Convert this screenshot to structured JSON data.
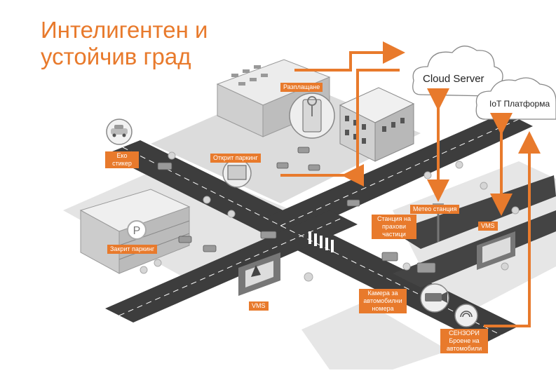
{
  "title": {
    "line1": "Интелигентен и",
    "line2": "устойчив град"
  },
  "clouds": {
    "cloud_server": "Cloud Server",
    "iot_platform": "IoT Платформа"
  },
  "labels": {
    "payment": "Разплащане",
    "eco_sticker": "Еко стикер",
    "open_parking": "Открит паркинг",
    "closed_parking": "Закрит паркинг",
    "weather_station": "Метео станция",
    "dust_station": "Станция на прахови частици",
    "vms_right": "VMS",
    "vms_left": "VMS",
    "camera": "Камера за автомобилни номера",
    "sensors": "СЕНЗОРИ Броене на автомобили"
  },
  "colors": {
    "accent": "#e87a2c",
    "road": "#3d3d3d",
    "block": "#d9d9d9",
    "marking": "#ffffff"
  }
}
